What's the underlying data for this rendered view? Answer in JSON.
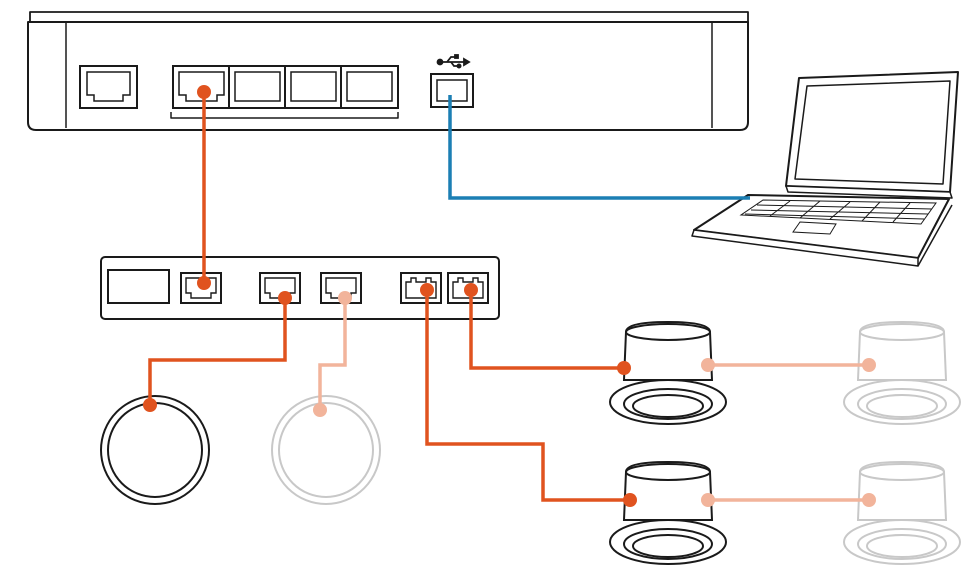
{
  "colors": {
    "outline": "#1a1a1a",
    "faded_outline": "#c8c8c8",
    "active_cable": "#e0531f",
    "inactive_cable": "#f2b49b",
    "usb_cable": "#1b7fb4",
    "background": "#ffffff"
  },
  "icons": {
    "usb_symbol": "usb-icon"
  },
  "devices": {
    "router": {
      "ports_rj45": 5,
      "ports_usb": 1
    },
    "distribution_box": {
      "ports_square": 3,
      "ports_rj45": 2
    },
    "round_speakers": [
      {
        "state": "connected"
      },
      {
        "state": "optional"
      }
    ],
    "ceiling_speakers": [
      {
        "row": 1,
        "state": "connected"
      },
      {
        "row": 1,
        "state": "optional"
      },
      {
        "row": 2,
        "state": "connected"
      },
      {
        "row": 2,
        "state": "optional"
      }
    ],
    "laptop": {
      "present": true
    }
  }
}
